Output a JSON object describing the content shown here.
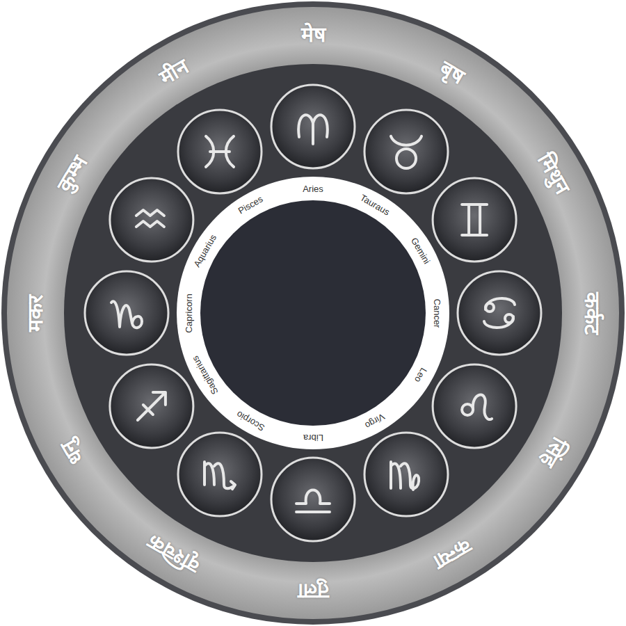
{
  "diagram": {
    "labels": [
      "मेष",
      "बृष",
      "मिथुन",
      "कर्कट",
      "सिंह",
      "कन्या",
      "तुला",
      "वृश्चिक",
      "धनु",
      "मकर",
      "कुम्भ",
      "मीन",
      "Aries",
      "Tauraus",
      "Gemini",
      "Cancer",
      "Leo",
      "Virgo",
      "Libra",
      "Scorpio",
      "Sagittarius",
      "Capricorn",
      "Aquarius",
      "Pisces"
    ]
  }
}
